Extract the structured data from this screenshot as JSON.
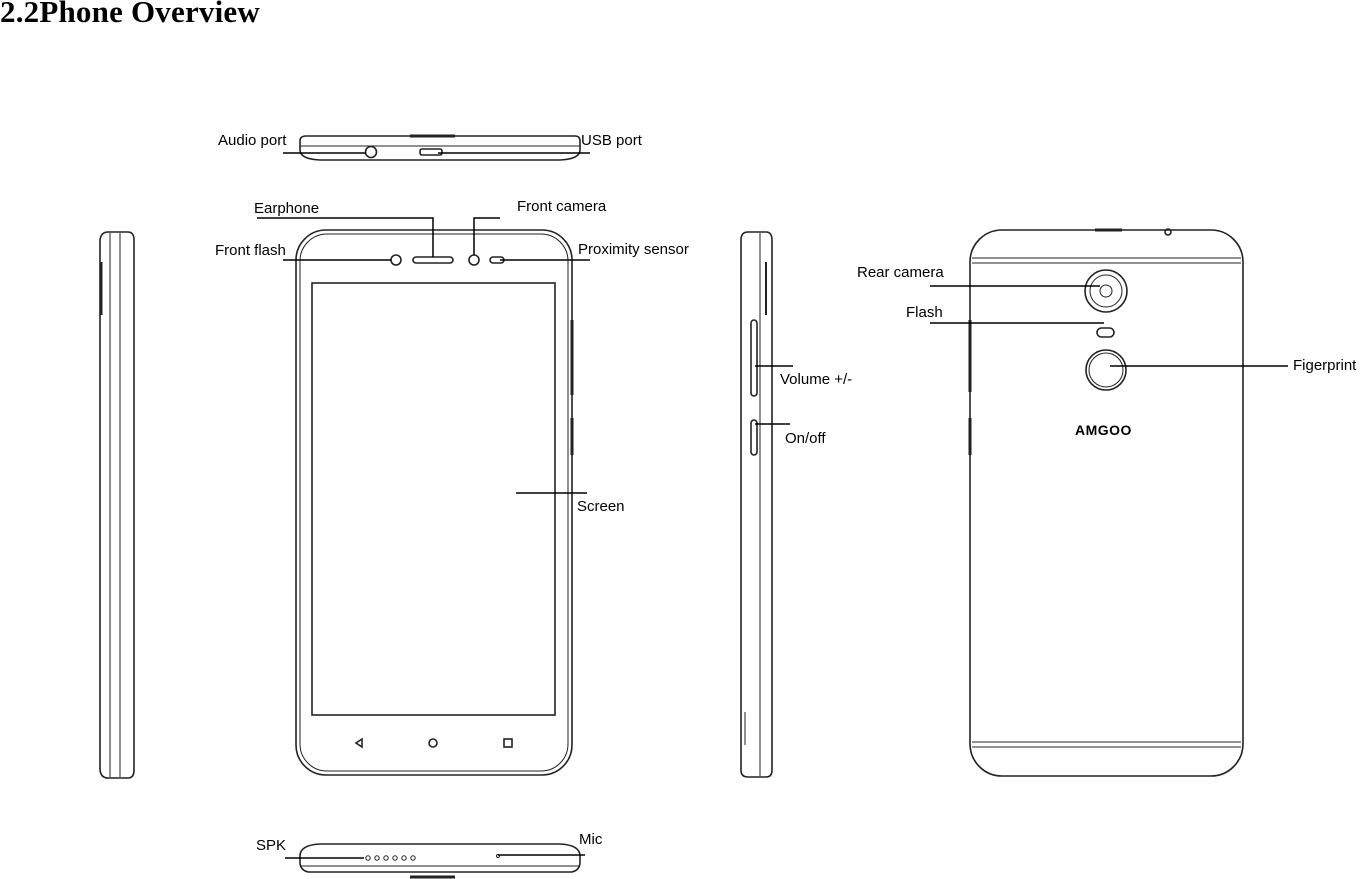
{
  "heading": "2.2Phone Overview",
  "labels": {
    "audio_port": "Audio port",
    "usb_port": "USB port",
    "earphone": "Earphone",
    "front_camera": "Front camera",
    "front_flash": "Front flash",
    "proximity_sensor": "Proximity sensor",
    "screen": "Screen",
    "volume": "Volume +/-",
    "on_off": "On/off",
    "rear_camera": "Rear camera",
    "flash": "Flash",
    "fingerprint": "Figerprint",
    "spk": "SPK",
    "mic": "Mic"
  },
  "brand": "AMGOO"
}
